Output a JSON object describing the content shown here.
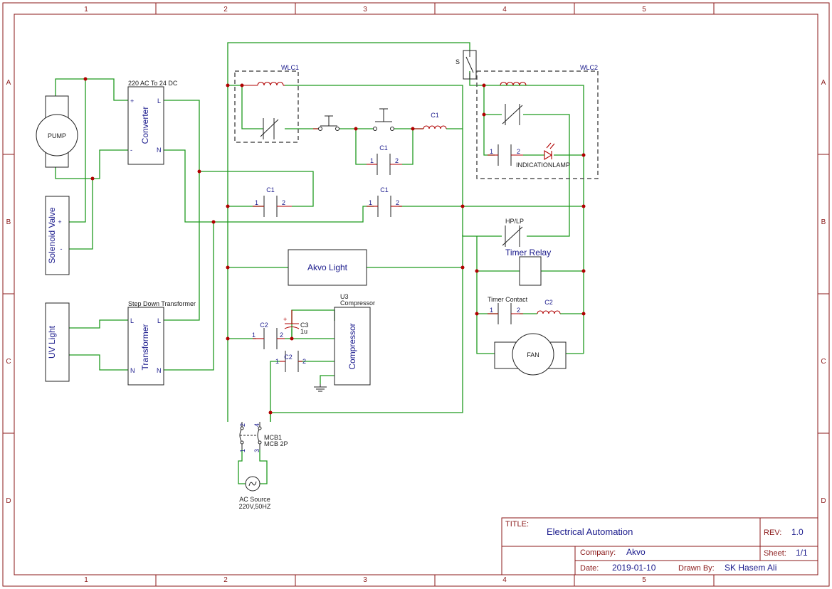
{
  "frame": {
    "columns": [
      "1",
      "2",
      "3",
      "4",
      "5"
    ],
    "rows": [
      "A",
      "B",
      "C",
      "D"
    ]
  },
  "components": {
    "pump": "PUMP",
    "converter": {
      "title": "220 AC To 24 DC",
      "name": "Converter",
      "pin_plus": "+",
      "pin_minus": "-",
      "pin_l": "L",
      "pin_n": "N"
    },
    "solenoid": {
      "name": "Solenoid Valve",
      "pin_plus": "+",
      "pin_minus": "-"
    },
    "uv_light": "UV Light",
    "transformer": {
      "title": "Step Down Transformer",
      "name": "Transformer",
      "pin_l1": "L",
      "pin_n1": "N",
      "pin_l2": "L",
      "pin_n2": "N"
    },
    "wlc1": "WLC1",
    "wlc2": "WLC2",
    "switch_s": "S",
    "c1_coil": "C1",
    "c1_contacts": [
      "C1",
      "C1",
      "C1"
    ],
    "pin1": "1",
    "pin2": "2",
    "indication_lamp": "INDICATIONLAMP",
    "hp_lp": "HP/LP",
    "timer_relay": "Timer Relay",
    "timer_contact": "Timer Contact",
    "c2_coil": "C2",
    "fan": "FAN",
    "akvo_light": "Akvo Light",
    "compressor": {
      "ref": "U3",
      "title": "Compressor",
      "name": "Compressor"
    },
    "c2_contacts": [
      "C2",
      "C2"
    ],
    "c3": {
      "name": "C3",
      "value": "1u"
    },
    "mcb": {
      "ref": "MCB1",
      "type": "MCB 2P",
      "pins": [
        "2",
        "4",
        "1",
        "3"
      ]
    },
    "ac_source": {
      "name": "AC Source",
      "rating": "220V,50HZ"
    }
  },
  "title_block": {
    "title_label": "TITLE:",
    "title": "Electrical Automation",
    "rev_label": "REV:",
    "rev": "1.0",
    "company_label": "Company:",
    "company": "Akvo",
    "sheet_label": "Sheet:",
    "sheet": "1/1",
    "date_label": "Date:",
    "date": "2019-01-10",
    "drawn_label": "Drawn By:",
    "drawn_by": "SK Hasem Ali"
  },
  "colors": {
    "frame": "#8b1a1a",
    "wire": "#1f9a1f",
    "label": "#1a1a8c",
    "junction": "#b00000"
  }
}
